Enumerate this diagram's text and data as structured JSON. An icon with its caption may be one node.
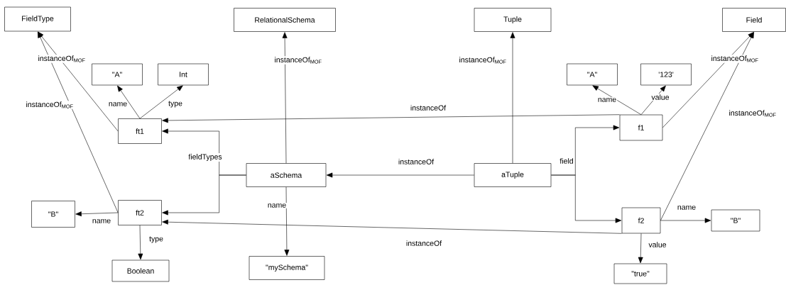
{
  "diagram": {
    "nodes": [
      {
        "text": [
          "FieldType"
        ]
      },
      {
        "text": [
          "RelationalSchema"
        ]
      },
      {
        "text": [
          "Tuple"
        ]
      },
      {
        "text": [
          "Field"
        ]
      },
      {
        "text": [
          "\"A\""
        ]
      },
      {
        "text": [
          "Int"
        ]
      },
      {
        "text": [
          "\"A\""
        ]
      },
      {
        "text": [
          "'123'"
        ]
      },
      {
        "text": [
          "ft1"
        ]
      },
      {
        "text": [
          "f1"
        ]
      },
      {
        "text": [
          "aSchema"
        ]
      },
      {
        "text": [
          "aTuple"
        ]
      },
      {
        "text": [
          "\"B\""
        ]
      },
      {
        "text": [
          "ft2"
        ]
      },
      {
        "text": [
          "f2"
        ]
      },
      {
        "text": [
          "\"B\""
        ]
      },
      {
        "text": [
          "Boolean"
        ]
      },
      {
        "text": [
          "\"mySchema\""
        ]
      },
      {
        "text": [
          "\"true\""
        ]
      }
    ],
    "edges": [
      {
        "from": 8,
        "to": 0,
        "arrow": "to",
        "label": "instanceOf$_{MOF}$"
      },
      {
        "from": 13,
        "to": 0,
        "arrow": "to",
        "label": "instanceOf$_{MOF}$"
      },
      {
        "from": 8,
        "to": 4,
        "arrow": "to",
        "label": "name"
      },
      {
        "from": 8,
        "to": 5,
        "arrow": "to",
        "label": "type"
      },
      {
        "from": 13,
        "to": 12,
        "arrow": "to",
        "label": "name"
      },
      {
        "from": 13,
        "to": 16,
        "arrow": "to",
        "label": "type"
      },
      {
        "from": 10,
        "to": 1,
        "arrow": "to",
        "label": "instanceOf$_{MOF}$"
      },
      {
        "from": 10,
        "to": 8,
        "arrow": "to",
        "label": "fieldTypes"
      },
      {
        "from": 10,
        "to": 13,
        "arrow": "to"
      },
      {
        "from": 10,
        "to": 17,
        "arrow": "to",
        "label": "name"
      },
      {
        "from": 11,
        "to": 10,
        "arrow": "to",
        "label": "instanceOf"
      },
      {
        "from": 11,
        "to": 2,
        "arrow": "to",
        "label": "instanceOf$_{MOF}$"
      },
      {
        "from": 11,
        "to": 9,
        "arrow": "to",
        "label": "field"
      },
      {
        "from": 11,
        "to": 14,
        "arrow": "to"
      },
      {
        "from": 9,
        "to": 8,
        "arrow": "to",
        "label": "instanceOf"
      },
      {
        "from": 14,
        "to": 13,
        "arrow": "to",
        "label": "instanceOf"
      },
      {
        "from": 9,
        "to": 6,
        "arrow": "to",
        "label": "name"
      },
      {
        "from": 9,
        "to": 7,
        "arrow": "to",
        "label": "value"
      },
      {
        "from": 9,
        "to": 3,
        "arrow": "to",
        "label": "instanceOf$_{MOF}$"
      },
      {
        "from": 14,
        "to": 3,
        "arrow": "to",
        "label": "instanceOf$_{MOF}$"
      },
      {
        "from": 14,
        "to": 15,
        "arrow": "to",
        "label": "name"
      },
      {
        "from": 14,
        "to": 18,
        "arrow": "to",
        "label": "value"
      }
    ]
  }
}
